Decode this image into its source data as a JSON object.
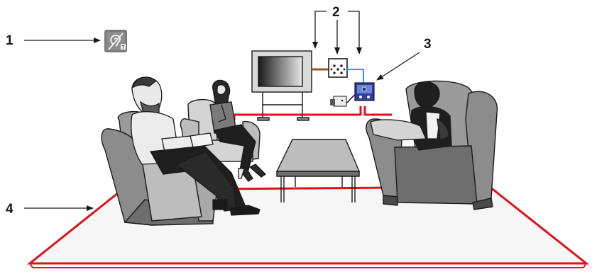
{
  "callouts": {
    "one": "1",
    "two": "2",
    "three": "3",
    "four": "4"
  },
  "colors": {
    "loop_wire": "#e0101c",
    "chair": "#8c8c8c",
    "chair_light": "#d4d4d4",
    "outline": "#1a1a1a",
    "amp_blue": "#2a3f9e",
    "audio_cable": "#8a5a2b",
    "signal_cable": "#29a3d6"
  },
  "icons": {
    "hearing_loop_sign": "hearing-loop-t-icon"
  }
}
